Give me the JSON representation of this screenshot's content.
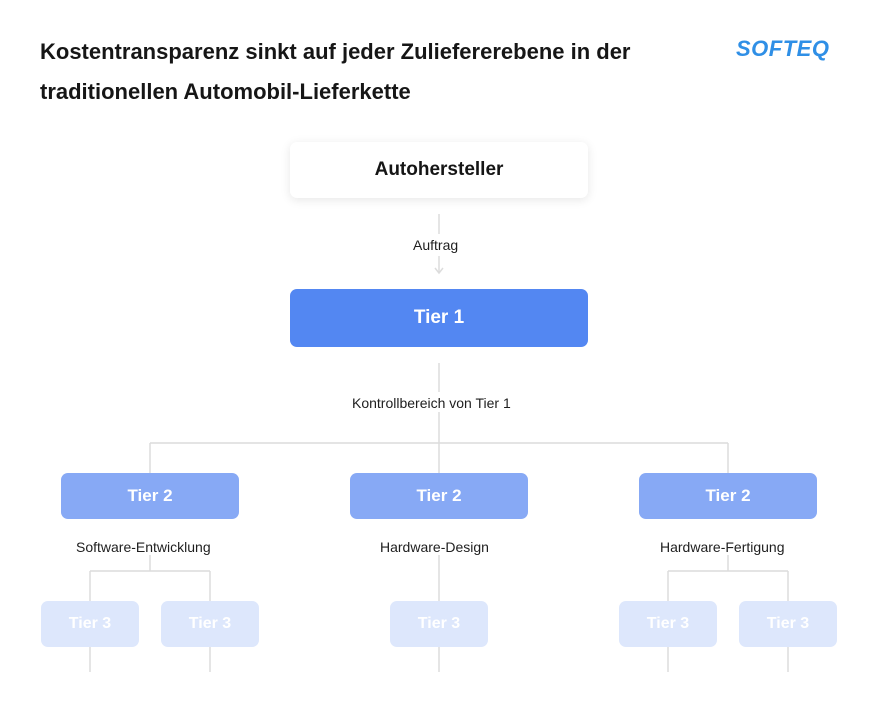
{
  "header": {
    "title": "Kostentransparenz sinkt auf jeder Zuliefererebene in der traditionellen Automobil-Lieferkette",
    "logo": "SOFTEQ"
  },
  "diagram": {
    "oem": "Autohersteller",
    "arrow_label": "Auftrag",
    "tier1": "Tier 1",
    "control_label": "Kontrollbereich von Tier 1",
    "tier2": [
      {
        "label": "Tier 2",
        "domain": "Software-Entwicklung",
        "tier3": [
          "Tier 3",
          "Tier 3"
        ]
      },
      {
        "label": "Tier 2",
        "domain": "Hardware-Design",
        "tier3": [
          "Tier 3"
        ]
      },
      {
        "label": "Tier 2",
        "domain": "Hardware-Fertigung",
        "tier3": [
          "Tier 3",
          "Tier 3"
        ]
      }
    ]
  },
  "colors": {
    "tier1": "#5387f2",
    "tier2": "#87a9f5",
    "tier3": "#dde7fc",
    "logo": "#2f8fe6",
    "connector": "#dcdcdc"
  }
}
